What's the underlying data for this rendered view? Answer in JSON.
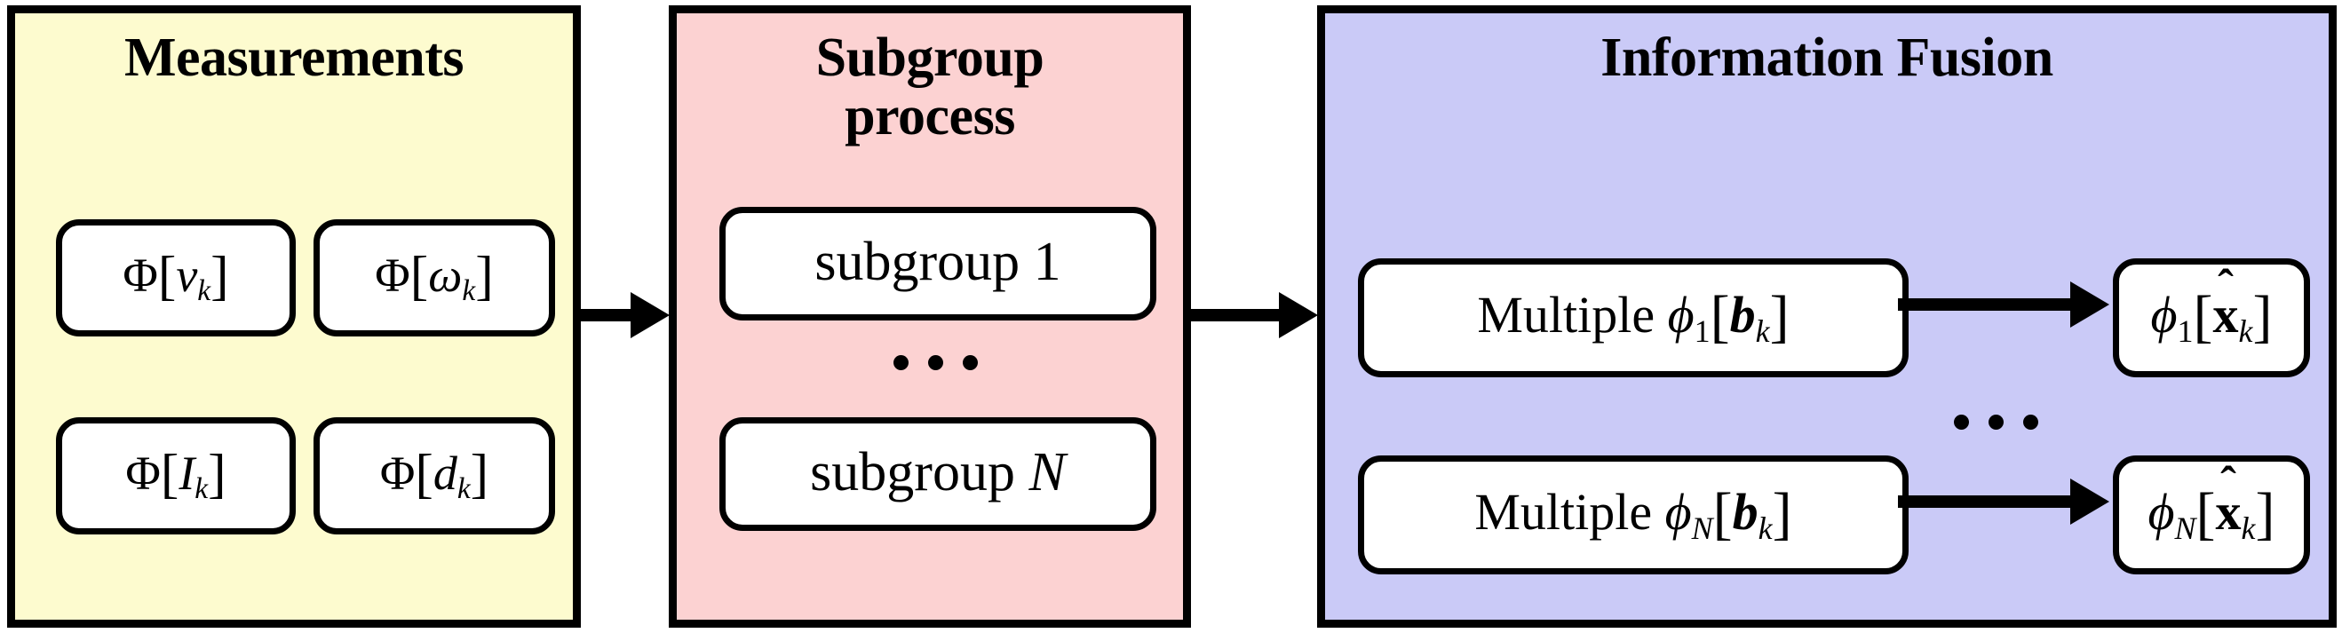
{
  "figure": {
    "title": "Measurements - Subgroup process - Information Fusion pipeline",
    "background": "#ffffff"
  },
  "panels": {
    "measurements": {
      "title": "Measurements",
      "color": "#fdfbcf",
      "nodes": [
        {
          "name": "phi-v",
          "label": "Φ[v_k]"
        },
        {
          "name": "phi-omega",
          "label": "Φ[ω_k]"
        },
        {
          "name": "phi-I",
          "label": "Φ[I_k]"
        },
        {
          "name": "phi-d",
          "label": "Φ[d_k]"
        }
      ]
    },
    "subgroup": {
      "title_line1": "Subgroup",
      "title_line2": "process",
      "color": "#fcd2d2",
      "nodes": [
        {
          "name": "subgroup-1",
          "label": "subgroup 1"
        },
        {
          "name": "subgroup-N",
          "label": "subgroup N"
        }
      ],
      "ellipsis": "• • •"
    },
    "fusion": {
      "title": "Information Fusion",
      "color": "#cacaf7",
      "rows": [
        {
          "name": "row-1",
          "source": "Multiple ϕ_1[b_k]",
          "target": "ϕ_1[x̂_k]"
        },
        {
          "name": "row-N",
          "source": "Multiple ϕ_N[b_k]",
          "target": "ϕ_N[x̂_k]"
        }
      ],
      "ellipsis": "• • •"
    }
  },
  "math": {
    "phi_capital": "Φ",
    "phi_small": "ϕ",
    "omega": "ω",
    "bracket_open": "[",
    "bracket_close": "]",
    "sub_k": "k",
    "sub_1": "1",
    "sub_N": "N",
    "v": "v",
    "I": "I",
    "d": "d",
    "b": "b",
    "x": "x",
    "hat": "ˆ",
    "multiple_word": "Multiple",
    "subgroup_word": "subgroup"
  },
  "arrows": [
    {
      "name": "measurements-to-subgroup",
      "from": "measurements",
      "to": "subgroup"
    },
    {
      "name": "subgroup-to-fusion",
      "from": "subgroup",
      "to": "fusion"
    },
    {
      "name": "fusion-row1-source-to-target",
      "from": "Multiple ϕ_1[b_k]",
      "to": "ϕ_1[x̂_k]"
    },
    {
      "name": "fusion-rowN-source-to-target",
      "from": "Multiple ϕ_N[b_k]",
      "to": "ϕ_N[x̂_k]"
    }
  ],
  "colors": {
    "measurements_fill": "#fdfbcf",
    "subgroup_fill": "#fcd2d2",
    "fusion_fill": "#cacaf7",
    "node_fill": "#ffffff",
    "stroke": "#000000"
  }
}
